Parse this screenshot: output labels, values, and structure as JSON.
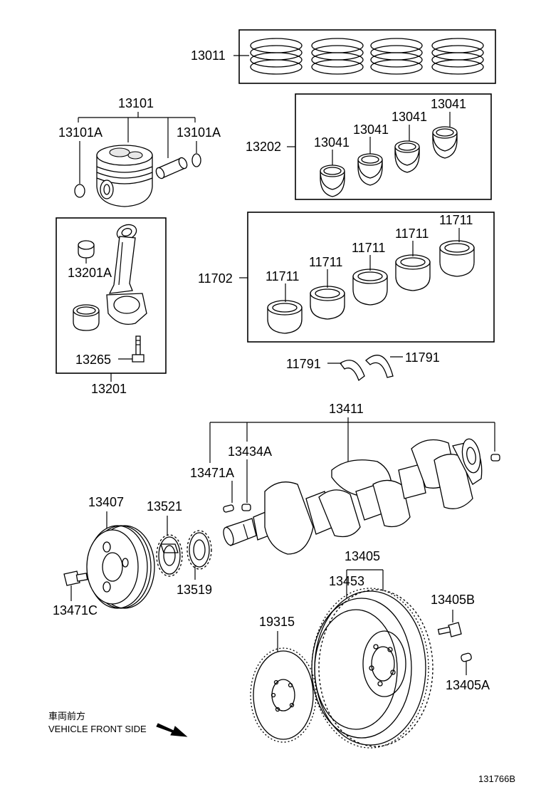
{
  "labels": {
    "p13011": "13011",
    "p13101": "13101",
    "p13101a_left": "13101A",
    "p13101a_right": "13101A",
    "p13202": "13202",
    "p13041_1": "13041",
    "p13041_2": "13041",
    "p13041_3": "13041",
    "p13041_4": "13041",
    "p13201a": "13201A",
    "p13265": "13265",
    "p13201": "13201",
    "p11702": "11702",
    "p11711_1": "11711",
    "p11711_2": "11711",
    "p11711_3": "11711",
    "p11711_4": "11711",
    "p11711_5": "11711",
    "p11791_left": "11791",
    "p11791_right": "11791",
    "p13411": "13411",
    "p13434a": "13434A",
    "p13471a": "13471A",
    "p13407": "13407",
    "p13521": "13521",
    "p13519": "13519",
    "p13471c": "13471C",
    "p13405": "13405",
    "p13453": "13453",
    "p13405b": "13405B",
    "p19315": "19315",
    "p13405a": "13405A"
  },
  "direction_note": {
    "japanese": "車両前方",
    "english": "VEHICLE FRONT SIDE"
  },
  "figure_code": "131766B"
}
